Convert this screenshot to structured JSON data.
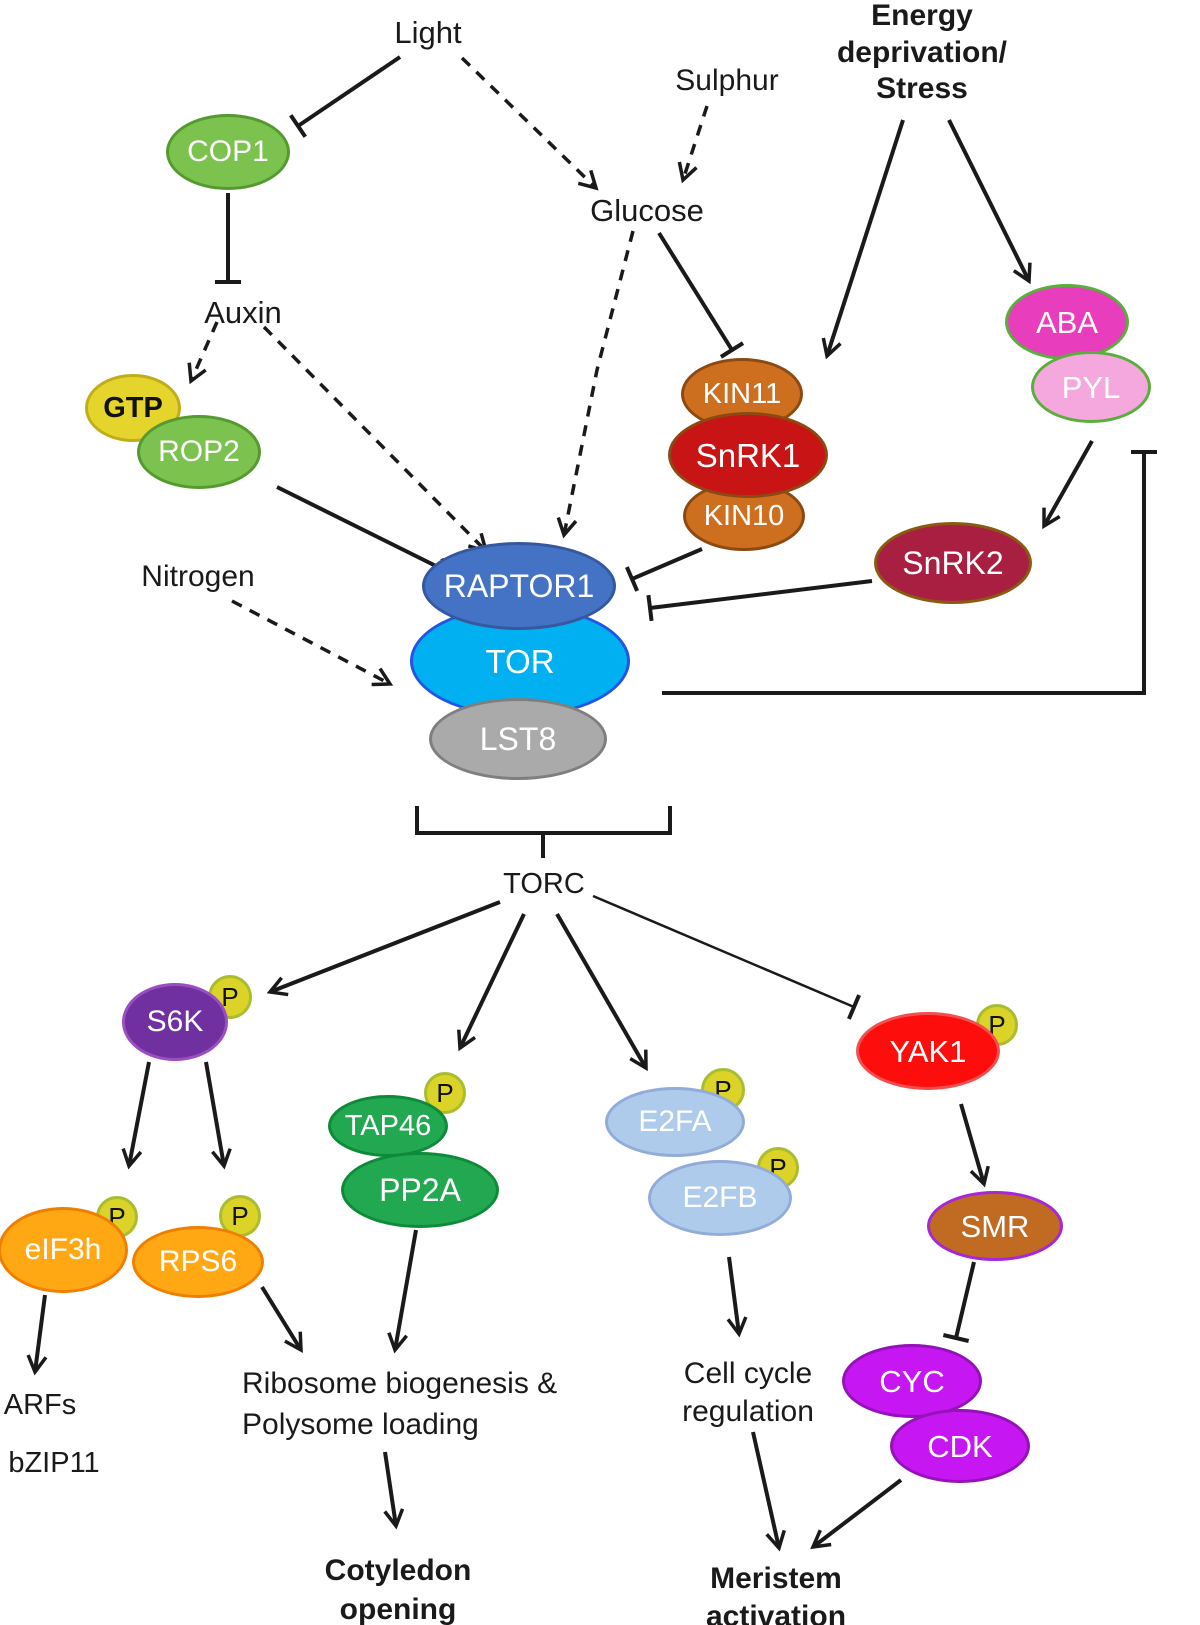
{
  "figure": {
    "description": "TOR signalling pathway diagram"
  },
  "badge": {
    "p": "P"
  },
  "labels": {
    "light": "Light",
    "sulphur": "Sulphur",
    "energy": "Energy\ndeprivation/\nStress",
    "glucose": "Glucose",
    "auxin": "Auxin",
    "nitrogen": "Nitrogen",
    "torc": "TORC",
    "arfs": "ARFs",
    "bzip11": "bZIP11",
    "ribosome": "Ribosome biogenesis &\nPolysome loading",
    "cotyledon": "Cotyledon\nopening",
    "cell_cycle": "Cell cycle\nregulation",
    "meristem": "Meristem\nactivation"
  },
  "nodes": {
    "cop1": {
      "label": "COP1"
    },
    "gtp": {
      "label": "GTP"
    },
    "rop2": {
      "label": "ROP2"
    },
    "kin11": {
      "label": "KIN11"
    },
    "snrk1": {
      "label": "SnRK1"
    },
    "kin10": {
      "label": "KIN10"
    },
    "aba": {
      "label": "ABA"
    },
    "pyl": {
      "label": "PYL"
    },
    "snrk2": {
      "label": "SnRK2"
    },
    "raptor1": {
      "label": "RAPTOR1"
    },
    "tor": {
      "label": "TOR"
    },
    "lst8": {
      "label": "LST8"
    },
    "s6k": {
      "label": "S6K"
    },
    "eif3h": {
      "label": "eIF3h"
    },
    "rps6": {
      "label": "RPS6"
    },
    "tap46": {
      "label": "TAP46"
    },
    "pp2a": {
      "label": "PP2A"
    },
    "e2fa": {
      "label": "E2FA"
    },
    "e2fb": {
      "label": "E2FB"
    },
    "yak1": {
      "label": "YAK1"
    },
    "smr": {
      "label": "SMR"
    },
    "cyc": {
      "label": "CYC"
    },
    "cdk": {
      "label": "CDK"
    }
  },
  "colors": {
    "line_color": "#1a1a1a",
    "green_fill": "#7cc24e",
    "green_border": "#559a30",
    "gtp_fill": "#e5d42b",
    "gtp_border": "#bfae1a",
    "orange_fill": "#ce6e1f",
    "orange_border": "#8c4a12",
    "red_fill": "#c81414",
    "red_border": "#8c4a12",
    "crimson_fill": "#a91f42",
    "crimson_border": "#8a5a10",
    "aba_fill": "#e83dbc",
    "pyl_fill": "#f4a8de",
    "aba_border": "#5aae3c",
    "raptor_fill": "#4472c4",
    "raptor_border": "#35589e",
    "tor_fill": "#00b0f0",
    "tor_border": "#2255e6",
    "lst8_fill": "#aaaaaa",
    "lst8_border": "#7f7f7f",
    "s6k_fill": "#7030a0",
    "s6k_border": "#9a4fc0",
    "p_fill": "#dcd328",
    "p_border": "#a9bd2f",
    "orange2_fill": "#ffa814",
    "orange2_border": "#f07f00",
    "tapgreen_fill": "#21a851",
    "tapgreen_border": "#0e8a3a",
    "e2f_fill": "#aecbec",
    "e2f_border": "#93abd9",
    "yak_fill": "#fe0d0d",
    "yak_border": "#f25050",
    "smr_fill": "#c06a22",
    "smr_border": "#a428d8",
    "cyc_fill": "#c617f2",
    "cyc_border": "#9412b8"
  }
}
